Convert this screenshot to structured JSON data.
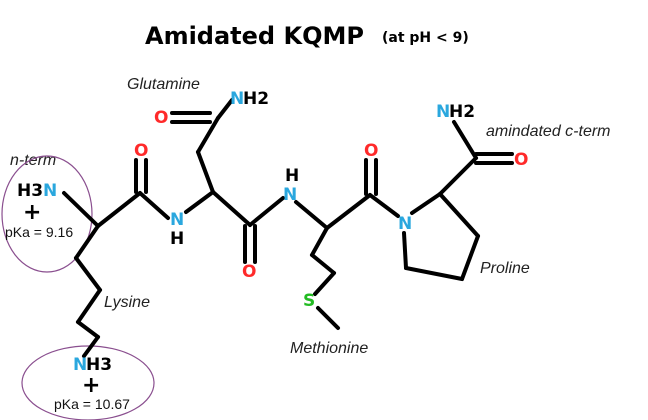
{
  "title": "Amidated KQMP",
  "subtitle": "(at pH < 9)",
  "labels": {
    "glutamine": "Glutamine",
    "n_term": "n-term",
    "amidated_c_term": "amindated c-term",
    "lysine": "Lysine",
    "methionine": "Methionine",
    "proline": "Proline"
  },
  "atoms": {
    "glutamine_o": "O",
    "glutamine_n": "N",
    "glutamine_h2": "H2",
    "nterm_h3": "H3",
    "nterm_n": "N",
    "nterm_plus": "+",
    "nterm_pka": "pKa = 9.16",
    "o1": "O",
    "nh1_n": "N",
    "nh1_h": "H",
    "o2": "O",
    "nh2_h": "H",
    "nh2_n": "N",
    "o3": "O",
    "proline_n": "N",
    "cterm_n": "N",
    "cterm_h2": "H2",
    "cterm_o": "O",
    "sulfur": "S",
    "lysine_n": "N",
    "lysine_h3": "H3",
    "lysine_plus": "+",
    "lysine_pka": "pKa = 10.67"
  },
  "colors": {
    "oxygen": "#ff2a2a",
    "nitrogen": "#2aa7de",
    "sulfur": "#22bb22",
    "bond": "#000000",
    "circle": "#8a4f8f"
  }
}
